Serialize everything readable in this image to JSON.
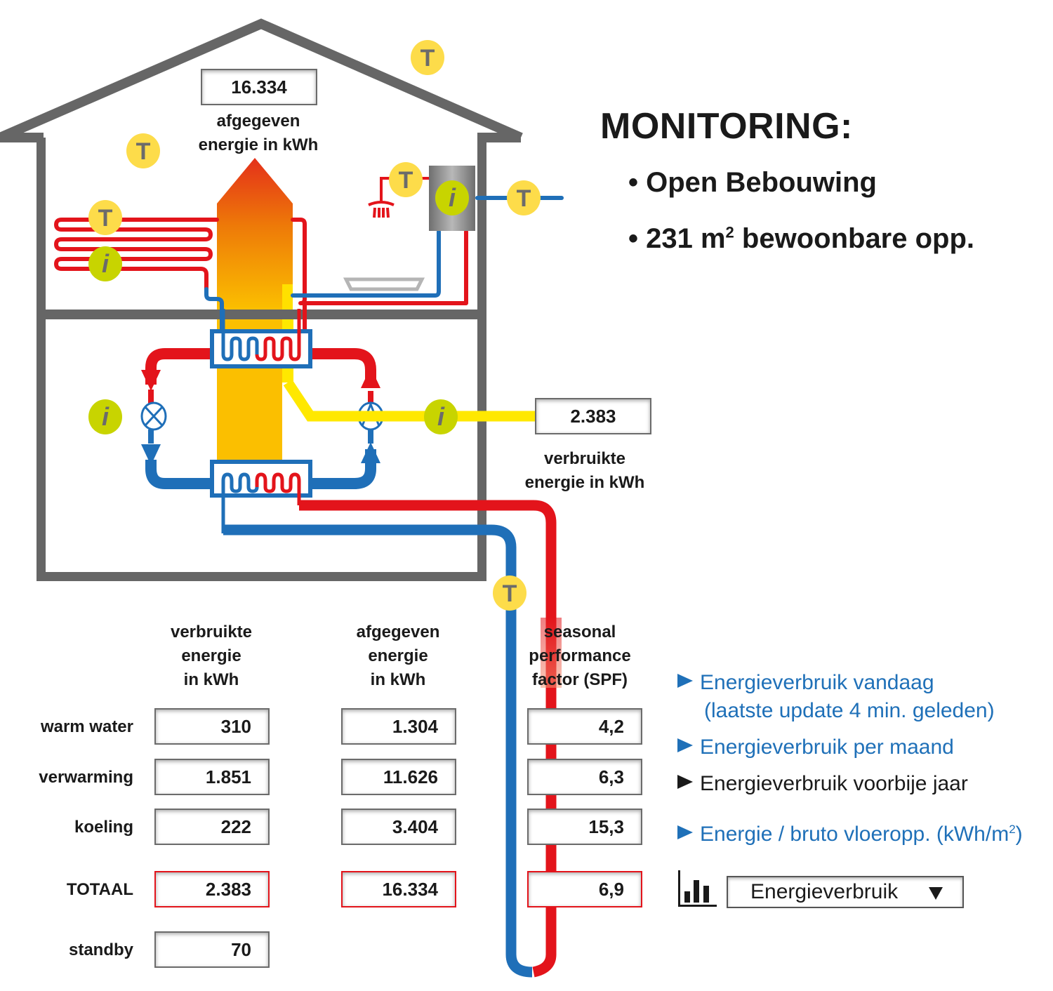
{
  "colors": {
    "wall": "#666666",
    "hot": "#e3141b",
    "cold": "#1f6fb8",
    "electric": "#ffe800",
    "heat_column": "#fbbf00",
    "arrow_top": "#e4331a",
    "sensor_T": "#fddc4a",
    "sensor_i": "#c8d400",
    "link_blue": "#1f70b8",
    "total_border": "#e3141b"
  },
  "header": {
    "title": "MONITORING:",
    "bullets": [
      "• Open Bebouwing",
      "• 231 m",
      "2",
      " bewoonbare opp."
    ]
  },
  "house": {
    "delivered_value": "16.334",
    "delivered_caption_1": "afgegeven",
    "delivered_caption_2": "energie in kWh",
    "consumed_value": "2.383",
    "consumed_caption_1": "verbruikte",
    "consumed_caption_2": "energie in kWh",
    "sensor_T_label": "T",
    "sensor_i_label": "i"
  },
  "table": {
    "headers": [
      [
        "verbruikte",
        "energie",
        "in kWh"
      ],
      [
        "afgegeven",
        "energie",
        "in kWh"
      ],
      [
        "seasonal",
        "performance",
        "factor (SPF)"
      ]
    ],
    "rows": [
      {
        "label": "warm water",
        "consumed": "310",
        "delivered": "1.304",
        "spf": "4,2"
      },
      {
        "label": "verwarming",
        "consumed": "1.851",
        "delivered": "11.626",
        "spf": "6,3"
      },
      {
        "label": "koeling",
        "consumed": "222",
        "delivered": "3.404",
        "spf": "15,3"
      },
      {
        "label": "TOTAAL",
        "consumed": "2.383",
        "delivered": "16.334",
        "spf": "6,9"
      },
      {
        "label": "standby",
        "consumed": "70"
      }
    ]
  },
  "links": [
    {
      "label": "Energieverbruik vandaag",
      "sub": "(laatste update 4 min. geleden)",
      "active": false
    },
    {
      "label": "Energieverbruik per maand",
      "active": false
    },
    {
      "label": "Energieverbruik voorbije jaar",
      "active": true
    },
    {
      "label": "Energie / bruto vloeropp. (kWh/m",
      "sup": "2",
      "tail": ")",
      "active": false
    }
  ],
  "chart_selector": {
    "icon": "bar-chart-icon",
    "selected": "Energieverbruik"
  }
}
